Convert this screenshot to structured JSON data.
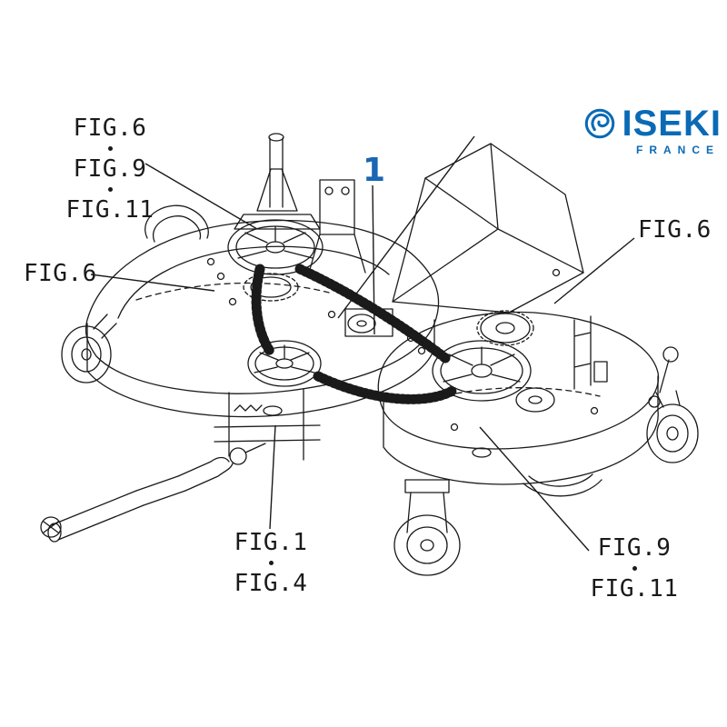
{
  "logo": {
    "brand": "ISEKI",
    "country": "FRANCE",
    "color": "#0a6ab5"
  },
  "diagram": {
    "line_color": "#1a1a1a",
    "part_number": {
      "label": "1",
      "color": "#1866b4"
    },
    "callouts": {
      "top_left": [
        "FIG.6",
        "FIG.9",
        "FIG.11"
      ],
      "left": "FIG.6",
      "right": "FIG.6",
      "bottom_center": [
        "FIG.1",
        "FIG.4"
      ],
      "bottom_right": [
        "FIG.9",
        "FIG.11"
      ]
    }
  }
}
